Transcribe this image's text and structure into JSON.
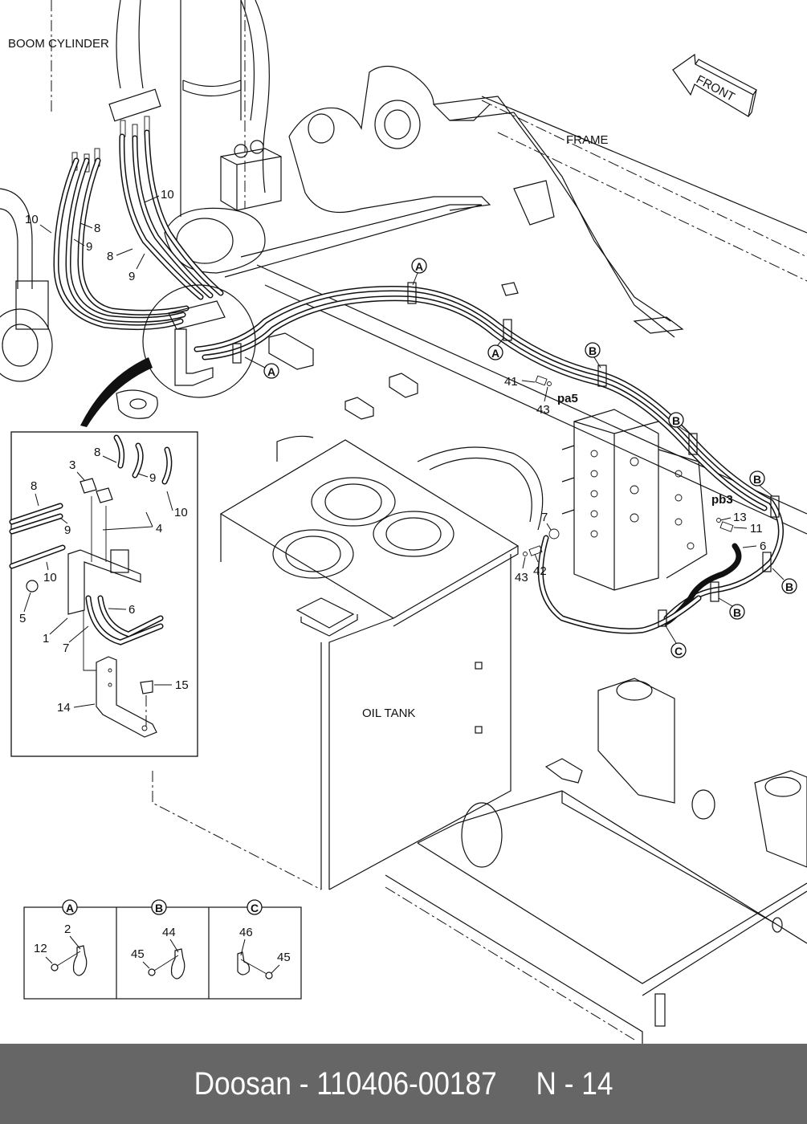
{
  "diagram": {
    "labels": {
      "boom_cylinder": "BOOM CYLINDER",
      "frame": "FRAME",
      "front": "FRONT",
      "oil_tank": "OIL TANK",
      "port_pa5": "pa5",
      "port_pb3": "pb3"
    },
    "callouts_main": {
      "c10a": "10",
      "c8a": "8",
      "c9a": "9",
      "c10b": "10",
      "c8b": "8",
      "c9b": "9",
      "c41": "41",
      "c43a": "43",
      "c7": "7",
      "c43b": "43",
      "c42": "42",
      "c13": "13",
      "c11": "11",
      "c6": "6"
    },
    "clip_markers": {
      "A": "A",
      "B": "B",
      "C": "C"
    },
    "detail_inset": {
      "callouts": {
        "c8a": "8",
        "c3": "3",
        "c9a": "9",
        "c8b": "8",
        "c9b": "9",
        "c4": "4",
        "c10a": "10",
        "c10b": "10",
        "c5": "5",
        "c6": "6",
        "c1": "1",
        "c7": "7",
        "c15": "15",
        "c14": "14"
      }
    },
    "clip_legend": [
      {
        "marker": "A",
        "part": "2",
        "bolt": "12"
      },
      {
        "marker": "B",
        "part": "44",
        "bolt": "45"
      },
      {
        "marker": "C",
        "part": "46",
        "bolt": "45"
      }
    ]
  },
  "footer": {
    "brand": "Doosan",
    "part_number": "110406-00187",
    "page_ref": "N - 14",
    "background": "#666666",
    "text_color": "#ffffff"
  }
}
